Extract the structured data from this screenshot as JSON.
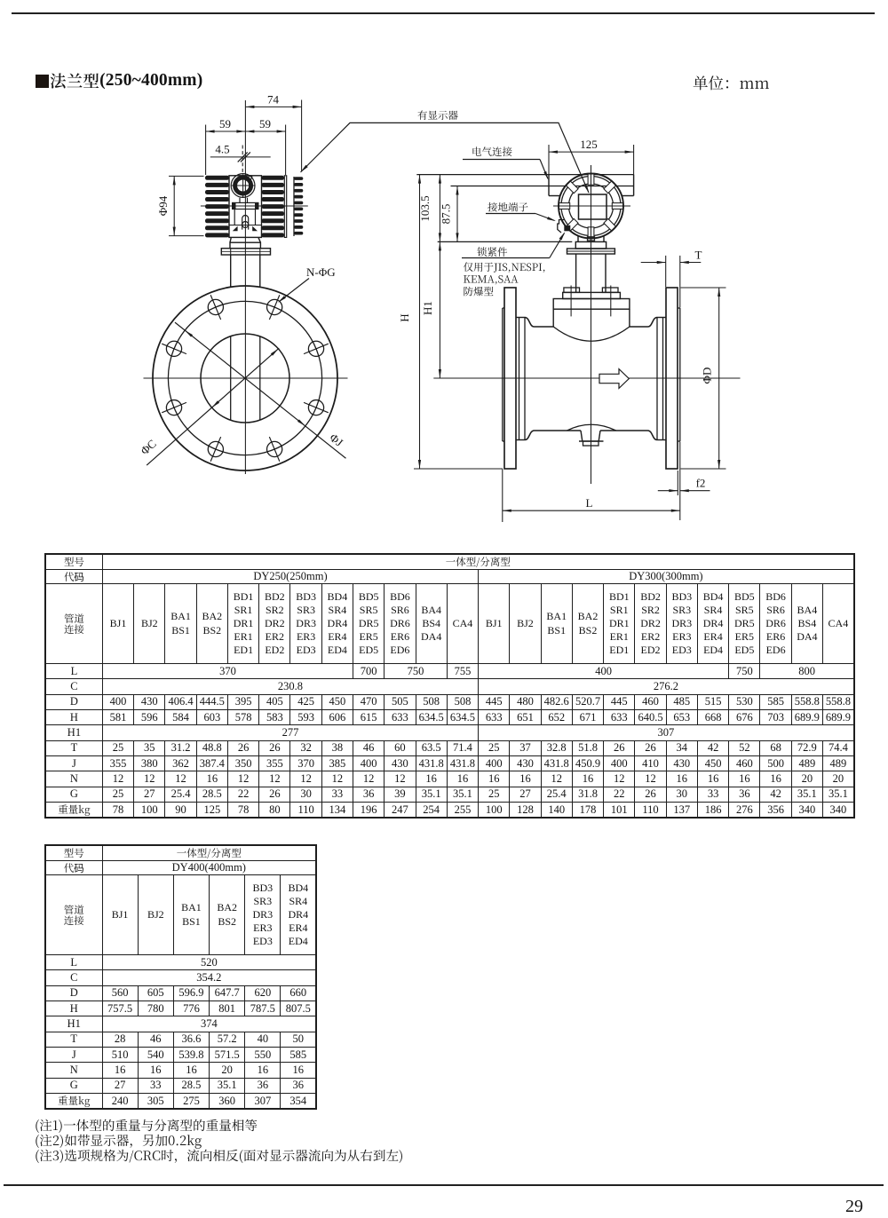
{
  "page": {
    "title_cjk": "法兰型",
    "title_range": "(250~400mm)",
    "unit_label": "单位：mm",
    "page_number": "29"
  },
  "drawing": {
    "front_view": {
      "dim_top": "74",
      "dim_left": "59",
      "dim_right": "59",
      "dim_offset": "4.5",
      "dim_head_dia": "Φ94",
      "label_bolt_holes": "N-ΦG",
      "label_bolt_circle": "ΦJ",
      "label_inner_circle": "ΦC"
    },
    "side_view": {
      "dim_width": "125",
      "dim_conduit_h": "103.5",
      "dim_terminal_h": "87.5",
      "dim_H": "H",
      "dim_H1": "H1",
      "dim_T": "T",
      "dim_D": "ΦD",
      "dim_f2": "f2",
      "dim_L": "L",
      "label_display": "有显示器",
      "label_electrical": "电气连接",
      "label_ground": "接地端子",
      "label_lock": "锁紧件",
      "note_line1": "仅用于JIS,NESPI,",
      "note_line2": "KEMA,SAA",
      "note_line3": "防爆型"
    }
  },
  "table1": {
    "row_model": {
      "label": "型号",
      "value": "一体型/分离型"
    },
    "row_code": {
      "label": "代码",
      "values": [
        "DY250(250mm)",
        "DY300(300mm)"
      ]
    },
    "row_conn": {
      "label": "管道\n连接",
      "headers": [
        "BJ1",
        "BJ2",
        "BA1\nBS1",
        "BA2\nBS2",
        "BD1\nSR1\nDR1\nER1\nED1",
        "BD2\nSR2\nDR2\nER2\nED2",
        "BD3\nSR3\nDR3\nER3\nED3",
        "BD4\nSR4\nDR4\nER4\nED4",
        "BD5\nSR5\nDR5\nER5\nED5",
        "BD6\nSR6\nDR6\nER6\nED6",
        "BA4\nBS4\nDA4",
        "CA4"
      ]
    },
    "rows": [
      {
        "label": "L",
        "cells": [
          {
            "v": "370",
            "span": 8
          },
          {
            "v": "700",
            "span": 1
          },
          {
            "v": "750",
            "span": 2
          },
          {
            "v": "755",
            "span": 1
          },
          {
            "v": "400",
            "span": 8
          },
          {
            "v": "750",
            "span": 1
          },
          {
            "v": "800",
            "span": 3
          }
        ]
      },
      {
        "label": "C",
        "cells": [
          {
            "v": "230.8",
            "span": 12
          },
          {
            "v": "276.2",
            "span": 12
          }
        ]
      },
      {
        "label": "D",
        "cells": [
          {
            "v": "400",
            "span": 1
          },
          {
            "v": "430",
            "span": 1
          },
          {
            "v": "406.4",
            "span": 1
          },
          {
            "v": "444.5",
            "span": 1
          },
          {
            "v": "395",
            "span": 1
          },
          {
            "v": "405",
            "span": 1
          },
          {
            "v": "425",
            "span": 1
          },
          {
            "v": "450",
            "span": 1
          },
          {
            "v": "470",
            "span": 1
          },
          {
            "v": "505",
            "span": 1
          },
          {
            "v": "508",
            "span": 1
          },
          {
            "v": "508",
            "span": 1
          },
          {
            "v": "445",
            "span": 1
          },
          {
            "v": "480",
            "span": 1
          },
          {
            "v": "482.6",
            "span": 1
          },
          {
            "v": "520.7",
            "span": 1
          },
          {
            "v": "445",
            "span": 1
          },
          {
            "v": "460",
            "span": 1
          },
          {
            "v": "485",
            "span": 1
          },
          {
            "v": "515",
            "span": 1
          },
          {
            "v": "530",
            "span": 1
          },
          {
            "v": "585",
            "span": 1
          },
          {
            "v": "558.8",
            "span": 1
          },
          {
            "v": "558.8",
            "span": 1
          }
        ]
      },
      {
        "label": "H",
        "cells": [
          {
            "v": "581",
            "span": 1
          },
          {
            "v": "596",
            "span": 1
          },
          {
            "v": "584",
            "span": 1
          },
          {
            "v": "603",
            "span": 1
          },
          {
            "v": "578",
            "span": 1
          },
          {
            "v": "583",
            "span": 1
          },
          {
            "v": "593",
            "span": 1
          },
          {
            "v": "606",
            "span": 1
          },
          {
            "v": "615",
            "span": 1
          },
          {
            "v": "633",
            "span": 1
          },
          {
            "v": "634.5",
            "span": 1
          },
          {
            "v": "634.5",
            "span": 1
          },
          {
            "v": "633",
            "span": 1
          },
          {
            "v": "651",
            "span": 1
          },
          {
            "v": "652",
            "span": 1
          },
          {
            "v": "671",
            "span": 1
          },
          {
            "v": "633",
            "span": 1
          },
          {
            "v": "640.5",
            "span": 1
          },
          {
            "v": "653",
            "span": 1
          },
          {
            "v": "668",
            "span": 1
          },
          {
            "v": "676",
            "span": 1
          },
          {
            "v": "703",
            "span": 1
          },
          {
            "v": "689.9",
            "span": 1
          },
          {
            "v": "689.9",
            "span": 1
          }
        ]
      },
      {
        "label": "H1",
        "cells": [
          {
            "v": "277",
            "span": 12
          },
          {
            "v": "307",
            "span": 12
          }
        ]
      },
      {
        "label": "T",
        "cells": [
          {
            "v": "25",
            "span": 1
          },
          {
            "v": "35",
            "span": 1
          },
          {
            "v": "31.2",
            "span": 1
          },
          {
            "v": "48.8",
            "span": 1
          },
          {
            "v": "26",
            "span": 1
          },
          {
            "v": "26",
            "span": 1
          },
          {
            "v": "32",
            "span": 1
          },
          {
            "v": "38",
            "span": 1
          },
          {
            "v": "46",
            "span": 1
          },
          {
            "v": "60",
            "span": 1
          },
          {
            "v": "63.5",
            "span": 1
          },
          {
            "v": "71.4",
            "span": 1
          },
          {
            "v": "25",
            "span": 1
          },
          {
            "v": "37",
            "span": 1
          },
          {
            "v": "32.8",
            "span": 1
          },
          {
            "v": "51.8",
            "span": 1
          },
          {
            "v": "26",
            "span": 1
          },
          {
            "v": "26",
            "span": 1
          },
          {
            "v": "34",
            "span": 1
          },
          {
            "v": "42",
            "span": 1
          },
          {
            "v": "52",
            "span": 1
          },
          {
            "v": "68",
            "span": 1
          },
          {
            "v": "72.9",
            "span": 1
          },
          {
            "v": "74.4",
            "span": 1
          }
        ]
      },
      {
        "label": "J",
        "cells": [
          {
            "v": "355",
            "span": 1
          },
          {
            "v": "380",
            "span": 1
          },
          {
            "v": "362",
            "span": 1
          },
          {
            "v": "387.4",
            "span": 1
          },
          {
            "v": "350",
            "span": 1
          },
          {
            "v": "355",
            "span": 1
          },
          {
            "v": "370",
            "span": 1
          },
          {
            "v": "385",
            "span": 1
          },
          {
            "v": "400",
            "span": 1
          },
          {
            "v": "430",
            "span": 1
          },
          {
            "v": "431.8",
            "span": 1
          },
          {
            "v": "431.8",
            "span": 1
          },
          {
            "v": "400",
            "span": 1
          },
          {
            "v": "430",
            "span": 1
          },
          {
            "v": "431.8",
            "span": 1
          },
          {
            "v": "450.9",
            "span": 1
          },
          {
            "v": "400",
            "span": 1
          },
          {
            "v": "410",
            "span": 1
          },
          {
            "v": "430",
            "span": 1
          },
          {
            "v": "450",
            "span": 1
          },
          {
            "v": "460",
            "span": 1
          },
          {
            "v": "500",
            "span": 1
          },
          {
            "v": "489",
            "span": 1
          },
          {
            "v": "489",
            "span": 1
          }
        ]
      },
      {
        "label": "N",
        "cells": [
          {
            "v": "12",
            "span": 1
          },
          {
            "v": "12",
            "span": 1
          },
          {
            "v": "12",
            "span": 1
          },
          {
            "v": "16",
            "span": 1
          },
          {
            "v": "12",
            "span": 1
          },
          {
            "v": "12",
            "span": 1
          },
          {
            "v": "12",
            "span": 1
          },
          {
            "v": "12",
            "span": 1
          },
          {
            "v": "12",
            "span": 1
          },
          {
            "v": "12",
            "span": 1
          },
          {
            "v": "16",
            "span": 1
          },
          {
            "v": "16",
            "span": 1
          },
          {
            "v": "16",
            "span": 1
          },
          {
            "v": "16",
            "span": 1
          },
          {
            "v": "12",
            "span": 1
          },
          {
            "v": "16",
            "span": 1
          },
          {
            "v": "12",
            "span": 1
          },
          {
            "v": "12",
            "span": 1
          },
          {
            "v": "16",
            "span": 1
          },
          {
            "v": "16",
            "span": 1
          },
          {
            "v": "16",
            "span": 1
          },
          {
            "v": "16",
            "span": 1
          },
          {
            "v": "20",
            "span": 1
          },
          {
            "v": "20",
            "span": 1
          }
        ]
      },
      {
        "label": "G",
        "cells": [
          {
            "v": "25",
            "span": 1
          },
          {
            "v": "27",
            "span": 1
          },
          {
            "v": "25.4",
            "span": 1
          },
          {
            "v": "28.5",
            "span": 1
          },
          {
            "v": "22",
            "span": 1
          },
          {
            "v": "26",
            "span": 1
          },
          {
            "v": "30",
            "span": 1
          },
          {
            "v": "33",
            "span": 1
          },
          {
            "v": "36",
            "span": 1
          },
          {
            "v": "39",
            "span": 1
          },
          {
            "v": "35.1",
            "span": 1
          },
          {
            "v": "35.1",
            "span": 1
          },
          {
            "v": "25",
            "span": 1
          },
          {
            "v": "27",
            "span": 1
          },
          {
            "v": "25.4",
            "span": 1
          },
          {
            "v": "31.8",
            "span": 1
          },
          {
            "v": "22",
            "span": 1
          },
          {
            "v": "26",
            "span": 1
          },
          {
            "v": "30",
            "span": 1
          },
          {
            "v": "33",
            "span": 1
          },
          {
            "v": "36",
            "span": 1
          },
          {
            "v": "42",
            "span": 1
          },
          {
            "v": "35.1",
            "span": 1
          },
          {
            "v": "35.1",
            "span": 1
          }
        ]
      },
      {
        "label": "重量kg",
        "cells": [
          {
            "v": "78",
            "span": 1
          },
          {
            "v": "100",
            "span": 1
          },
          {
            "v": "90",
            "span": 1
          },
          {
            "v": "125",
            "span": 1
          },
          {
            "v": "78",
            "span": 1
          },
          {
            "v": "80",
            "span": 1
          },
          {
            "v": "110",
            "span": 1
          },
          {
            "v": "134",
            "span": 1
          },
          {
            "v": "196",
            "span": 1
          },
          {
            "v": "247",
            "span": 1
          },
          {
            "v": "254",
            "span": 1
          },
          {
            "v": "255",
            "span": 1
          },
          {
            "v": "100",
            "span": 1
          },
          {
            "v": "128",
            "span": 1
          },
          {
            "v": "140",
            "span": 1
          },
          {
            "v": "178",
            "span": 1
          },
          {
            "v": "101",
            "span": 1
          },
          {
            "v": "110",
            "span": 1
          },
          {
            "v": "137",
            "span": 1
          },
          {
            "v": "186",
            "span": 1
          },
          {
            "v": "276",
            "span": 1
          },
          {
            "v": "356",
            "span": 1
          },
          {
            "v": "340",
            "span": 1
          },
          {
            "v": "340",
            "span": 1
          }
        ]
      }
    ]
  },
  "table2": {
    "row_model": {
      "label": "型号",
      "value": "一体型/分离型"
    },
    "row_code": {
      "label": "代码",
      "values": [
        "DY400(400mm)"
      ]
    },
    "row_conn": {
      "label": "管道\n连接",
      "headers": [
        "BJ1",
        "BJ2",
        "BA1\nBS1",
        "BA2\nBS2",
        "BD3\nSR3\nDR3\nER3\nED3",
        "BD4\nSR4\nDR4\nER4\nED4"
      ]
    },
    "rows": [
      {
        "label": "L",
        "cells": [
          {
            "v": "520",
            "span": 6
          }
        ]
      },
      {
        "label": "C",
        "cells": [
          {
            "v": "354.2",
            "span": 6
          }
        ]
      },
      {
        "label": "D",
        "cells": [
          {
            "v": "560",
            "span": 1
          },
          {
            "v": "605",
            "span": 1
          },
          {
            "v": "596.9",
            "span": 1
          },
          {
            "v": "647.7",
            "span": 1
          },
          {
            "v": "620",
            "span": 1
          },
          {
            "v": "660",
            "span": 1
          }
        ]
      },
      {
        "label": "H",
        "cells": [
          {
            "v": "757.5",
            "span": 1
          },
          {
            "v": "780",
            "span": 1
          },
          {
            "v": "776",
            "span": 1
          },
          {
            "v": "801",
            "span": 1
          },
          {
            "v": "787.5",
            "span": 1
          },
          {
            "v": "807.5",
            "span": 1
          }
        ]
      },
      {
        "label": "H1",
        "cells": [
          {
            "v": "374",
            "span": 6
          }
        ]
      },
      {
        "label": "T",
        "cells": [
          {
            "v": "28",
            "span": 1
          },
          {
            "v": "46",
            "span": 1
          },
          {
            "v": "36.6",
            "span": 1
          },
          {
            "v": "57.2",
            "span": 1
          },
          {
            "v": "40",
            "span": 1
          },
          {
            "v": "50",
            "span": 1
          }
        ]
      },
      {
        "label": "J",
        "cells": [
          {
            "v": "510",
            "span": 1
          },
          {
            "v": "540",
            "span": 1
          },
          {
            "v": "539.8",
            "span": 1
          },
          {
            "v": "571.5",
            "span": 1
          },
          {
            "v": "550",
            "span": 1
          },
          {
            "v": "585",
            "span": 1
          }
        ]
      },
      {
        "label": "N",
        "cells": [
          {
            "v": "16",
            "span": 1
          },
          {
            "v": "16",
            "span": 1
          },
          {
            "v": "16",
            "span": 1
          },
          {
            "v": "20",
            "span": 1
          },
          {
            "v": "16",
            "span": 1
          },
          {
            "v": "16",
            "span": 1
          }
        ]
      },
      {
        "label": "G",
        "cells": [
          {
            "v": "27",
            "span": 1
          },
          {
            "v": "33",
            "span": 1
          },
          {
            "v": "28.5",
            "span": 1
          },
          {
            "v": "35.1",
            "span": 1
          },
          {
            "v": "36",
            "span": 1
          },
          {
            "v": "36",
            "span": 1
          }
        ]
      },
      {
        "label": "重量kg",
        "cells": [
          {
            "v": "240",
            "span": 1
          },
          {
            "v": "305",
            "span": 1
          },
          {
            "v": "275",
            "span": 1
          },
          {
            "v": "360",
            "span": 1
          },
          {
            "v": "307",
            "span": 1
          },
          {
            "v": "354",
            "span": 1
          }
        ]
      }
    ]
  },
  "footnotes": [
    "(注1)一体型的重量与分离型的重量相等",
    "(注2)如带显示器，另加0.2kg",
    "(注3)选项规格为/CRC时，流向相反(面对显示器流向为从右到左)"
  ]
}
